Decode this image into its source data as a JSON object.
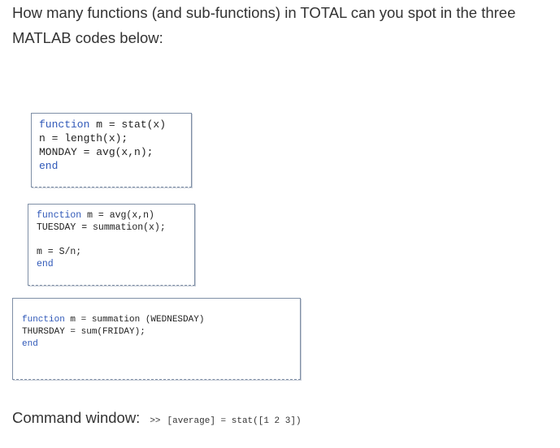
{
  "question": {
    "line1": "How many functions (and sub-functions) in TOTAL can you spot in the three",
    "line2": "MATLAB codes below:"
  },
  "code_blocks": [
    {
      "lines": [
        {
          "kw": "function",
          "rest": " m = stat(x)"
        },
        {
          "kw": "",
          "rest": "n = length(x);"
        },
        {
          "kw": "",
          "rest": "MONDAY = avg(x,n);"
        },
        {
          "kw": "end",
          "rest": ""
        }
      ]
    },
    {
      "lines": [
        {
          "kw": "function",
          "rest": " m = avg(x,n)"
        },
        {
          "kw": "",
          "rest": "TUESDAY = summation(x);"
        },
        {
          "kw": "",
          "rest": "m = S/n;"
        },
        {
          "kw": "end",
          "rest": ""
        }
      ]
    },
    {
      "lines": [
        {
          "kw": "function",
          "rest": " m = summation (WEDNESDAY)"
        },
        {
          "kw": "",
          "rest": "THURSDAY = sum(FRIDAY);"
        },
        {
          "kw": "end",
          "rest": ""
        }
      ]
    }
  ],
  "command_window": {
    "label": "Command window:",
    "prompt": ">>",
    "input": "[average] = stat([1 2 3])"
  }
}
